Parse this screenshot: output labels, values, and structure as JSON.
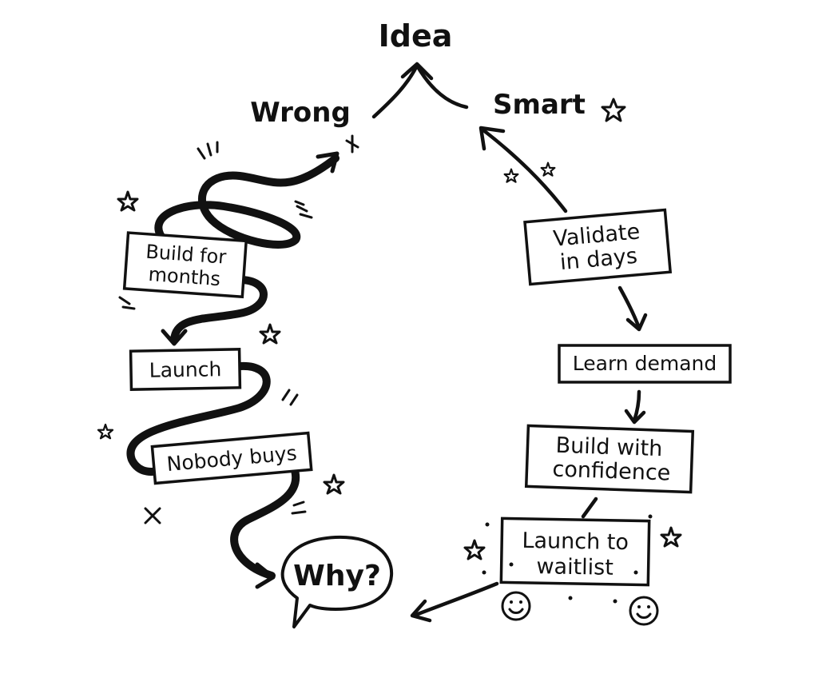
{
  "diagram": {
    "title": "Idea",
    "branches": {
      "wrong": "Wrong",
      "smart": "Smart"
    },
    "wrong_path": [
      {
        "line1": "Build for",
        "line2": "months"
      },
      {
        "line1": "Launch"
      },
      {
        "line1": "Nobody buys"
      }
    ],
    "smart_path": [
      {
        "line1": "Validate",
        "line2": "in days"
      },
      {
        "line1": "Learn demand"
      },
      {
        "line1": "Build with",
        "line2": "confidence"
      },
      {
        "line1": "Launch to",
        "line2": "waitlist"
      }
    ],
    "outcome": "Why?"
  },
  "colors": {
    "ink": "#111111",
    "background": "#ffffff"
  }
}
